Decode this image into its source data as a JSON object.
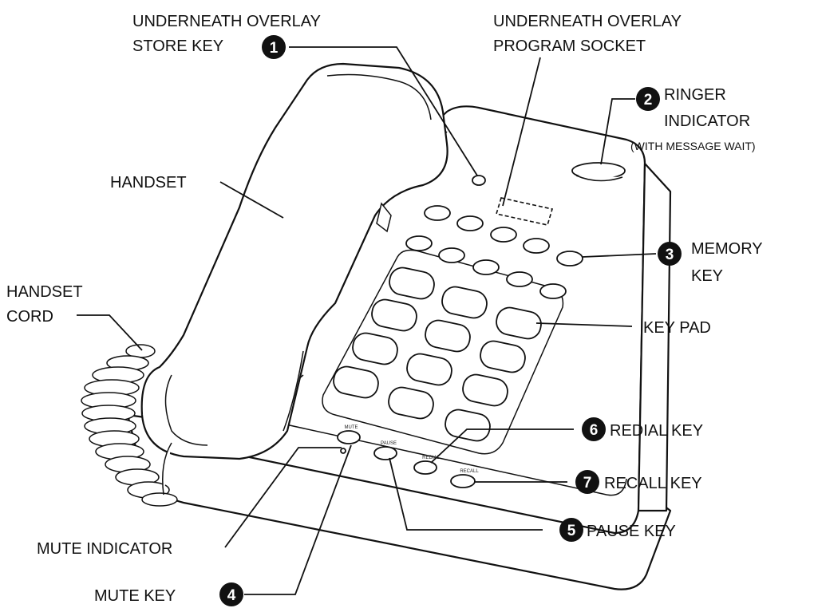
{
  "labels": {
    "store_key_l1": "UNDERNEATH OVERLAY",
    "store_key_l2": "STORE KEY",
    "program_socket_l1": "UNDERNEATH OVERLAY",
    "program_socket_l2": "PROGRAM SOCKET",
    "ringer_l1": "RINGER",
    "ringer_l2": "INDICATOR",
    "ringer_l3": "(WITH MESSAGE WAIT)",
    "handset": "HANDSET",
    "handset_cord_l1": "HANDSET",
    "handset_cord_l2": "CORD",
    "memory_l1": "MEMORY",
    "memory_l2": "KEY",
    "keypad": "KEY PAD",
    "redial": "REDIAL KEY",
    "recall": "RECALL KEY",
    "pause": "PAUSE KEY",
    "mute_indicator": "MUTE INDICATOR",
    "mute_key": "MUTE KEY"
  },
  "badges": {
    "store": "1",
    "ringer": "2",
    "memory": "3",
    "mute": "4",
    "pause": "5",
    "redial": "6",
    "recall": "7"
  },
  "key_captions": {
    "mute": "MUTE",
    "pause": "PAUSE",
    "redial": "REDIAL",
    "recall": "RECALL"
  },
  "colors": {
    "ink": "#111111",
    "background": "#ffffff"
  }
}
